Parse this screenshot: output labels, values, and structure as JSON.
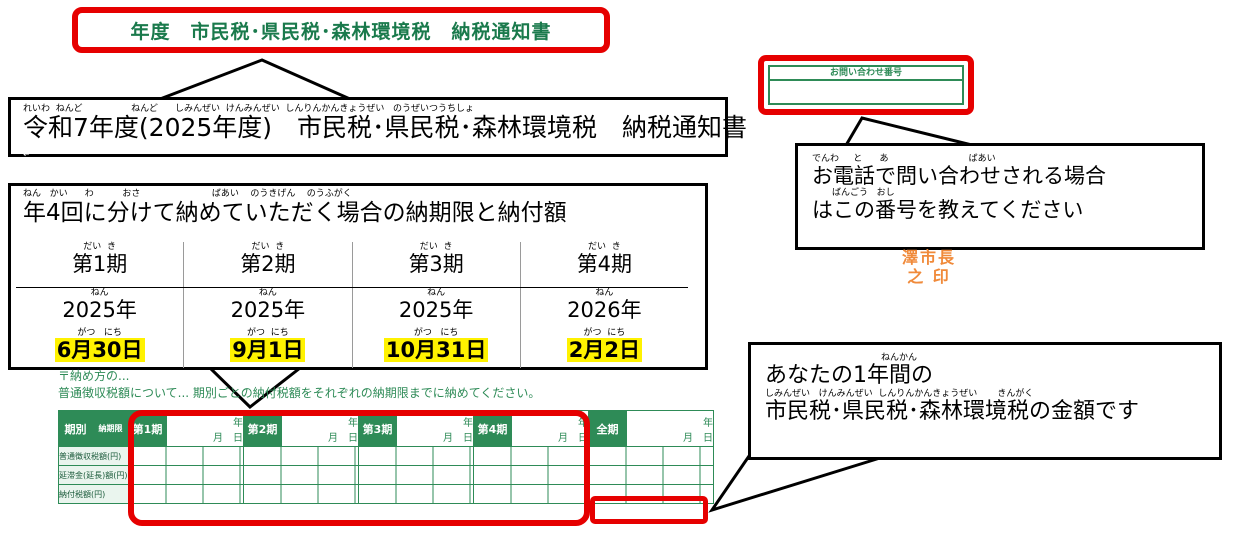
{
  "top_title": "年度　市民税･県民税･森林環境税　納税通知書",
  "title_callout": {
    "ruby": "れいわ  ねんど                 ねんど      しみんぜい  けんみんぜい  しんりんかんきょうぜい   のうぜいつうちしょ",
    "text": "令和7年度(2025年度)　市民税･県民税･森林環境税　納税通知書",
    "para": "↵"
  },
  "inquiry": {
    "label": "お問い合わせ番号"
  },
  "phone_callout": {
    "ruby1": "でんわ     と      あ                            ばあい",
    "line1": "お電話で問い合わせされる場合",
    "ruby2": "       ばんごう   おし",
    "line2": "はこの番号を教えてください",
    "para": "↵"
  },
  "stamp": {
    "line1": "澤市長",
    "line2": "之 印"
  },
  "installment": {
    "ruby": "ねん   かい      わ          おさ                         ばあい    のうきげん    のうふがく",
    "heading": "年4回に分けて納めていただく場合の納期限と納付額",
    "para": "↵",
    "periods": [
      {
        "ruby": "だい  き",
        "label": "第1期",
        "year_ruby": "ねん",
        "year": "2025年",
        "date_ruby": "がつ   にち",
        "date": "6月30日"
      },
      {
        "ruby": "だい  き",
        "label": "第2期",
        "year_ruby": "ねん",
        "year": "2025年",
        "date_ruby": "がつ  にち",
        "date": "9月1日"
      },
      {
        "ruby": "だい  き",
        "label": "第3期",
        "year_ruby": "ねん",
        "year": "2025年",
        "date_ruby": "がつ   にち",
        "date": "10月31日"
      },
      {
        "ruby": "だい  き",
        "label": "第4期",
        "year_ruby": "ねん",
        "year": "2026年",
        "date_ruby": "がつ  にち",
        "date": "2月2日"
      }
    ]
  },
  "annual_callout": {
    "ruby1": "ねんかん",
    "line1": "あなたの1年間の",
    "ruby2": "しみんぜい   けんみんぜい  しんりんかんきょうぜい       きんがく",
    "line2": "市民税･県民税･森林環境税の金額です",
    "para": "↵"
  },
  "notes": {
    "line1": "〒納め方の...",
    "line2": "普通徴収税額について... 期別ごとの納付税額をそれぞれの納期限までに納めてください。"
  },
  "form": {
    "col_period": "期別",
    "col_due": "納期限",
    "periods": [
      "第1期",
      "第2期",
      "第3期",
      "第4期",
      "全期"
    ],
    "year": "年",
    "month": "月",
    "day": "日",
    "rows": [
      "普通徴収税額(円)",
      "延滞金(延長)額(円)",
      "納付税額(円)"
    ]
  },
  "colors": {
    "red": "#e60000",
    "green": "#2e8b57",
    "highlight": "#fff200"
  }
}
